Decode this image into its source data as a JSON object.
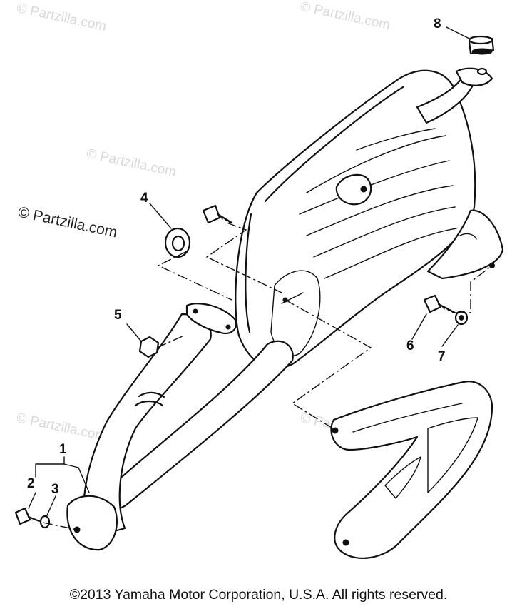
{
  "watermarks": [
    "© Partzilla.com",
    "© Partzilla.com",
    "© Partzilla.com",
    "© Partzilla.com",
    "© Partzilla.com",
    "© Partzilla.com",
    "© Partzilla.com"
  ],
  "watermark_main": "© Partzilla.com",
  "callouts": [
    "1",
    "2",
    "3",
    "4",
    "5",
    "6",
    "7",
    "8"
  ],
  "copyright": "©2013 Yamaha Motor Corporation, U.S.A. All rights reserved.",
  "colors": {
    "ink": "#111111",
    "watermark": "#d9d9d9",
    "background": "#ffffff"
  }
}
